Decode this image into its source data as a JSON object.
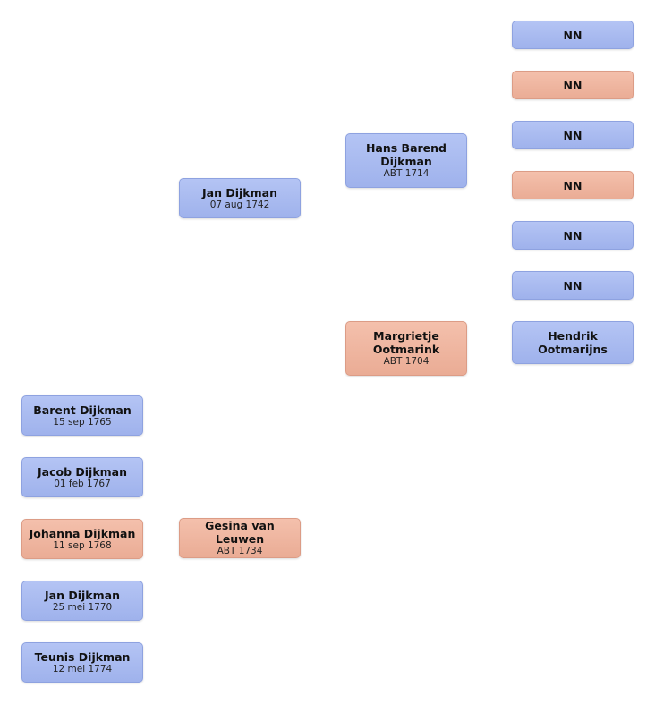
{
  "people": {
    "nn1": {
      "name": "NN"
    },
    "nn2": {
      "name": "NN"
    },
    "nn3": {
      "name": "NN"
    },
    "nn4": {
      "name": "NN"
    },
    "nn5": {
      "name": "NN"
    },
    "nn6": {
      "name": "NN"
    },
    "hendrik": {
      "name": "Hendrik Ootmarijns"
    },
    "hans_barend": {
      "name": "Hans Barend Dijkman",
      "date": "ABT 1714"
    },
    "margrietje": {
      "name": "Margrietje Ootmarink",
      "date": "ABT 1704"
    },
    "jan_father": {
      "name": "Jan Dijkman",
      "date": "07 aug 1742"
    },
    "gesina": {
      "name": "Gesina van Leuwen",
      "date": "ABT 1734"
    },
    "barent": {
      "name": "Barent Dijkman",
      "date": "15 sep 1765"
    },
    "jacob": {
      "name": "Jacob Dijkman",
      "date": "01 feb 1767"
    },
    "johanna": {
      "name": "Johanna Dijkman",
      "date": "11 sep 1768"
    },
    "jan_child": {
      "name": "Jan Dijkman",
      "date": "25 mei 1770"
    },
    "teunis": {
      "name": "Teunis Dijkman",
      "date": "12 mei 1774"
    }
  },
  "colors": {
    "male": "#a8baf0",
    "female": "#efb6a0"
  }
}
